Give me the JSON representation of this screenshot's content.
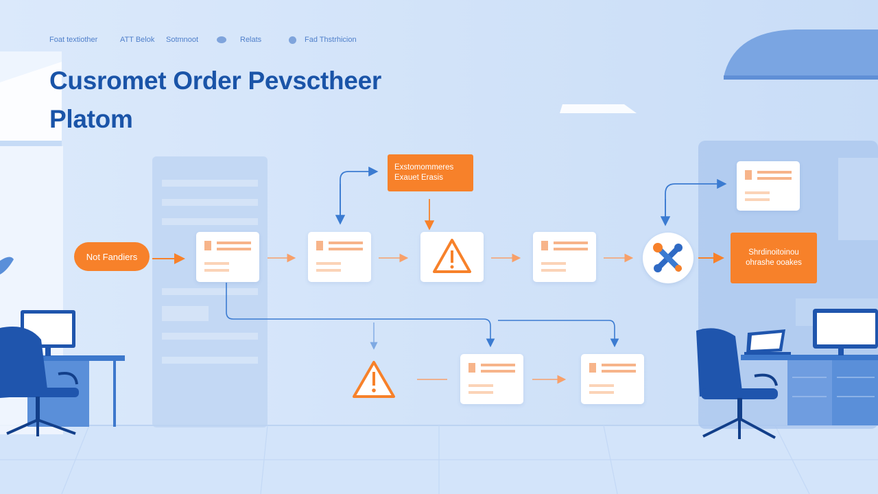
{
  "nav": {
    "item1": "Foat textiother",
    "item2": "ATT Belok",
    "item3": "Sotmnoot",
    "item4": "Relats",
    "item5": "Fad Thstrhicion"
  },
  "title": {
    "line1": "Cusromet Order Pevsctheer",
    "line2": "Platom"
  },
  "flow": {
    "start_label": "Not Fandiers",
    "top_box_line1": "Exstomommeres",
    "top_box_line2": "Exauet Erasis",
    "right_box_line1": "Shrdinoitoinou",
    "right_box_line2": "ohrashe ooakes"
  },
  "colors": {
    "accent_orange": "#f7812a",
    "accent_blue": "#1a54a8",
    "arrow_blue": "#3b7bd1",
    "background": "#d9e8fb"
  },
  "icons": [
    "warning-icon",
    "tools-icon",
    "document-card-icon",
    "office-chair",
    "monitor"
  ]
}
